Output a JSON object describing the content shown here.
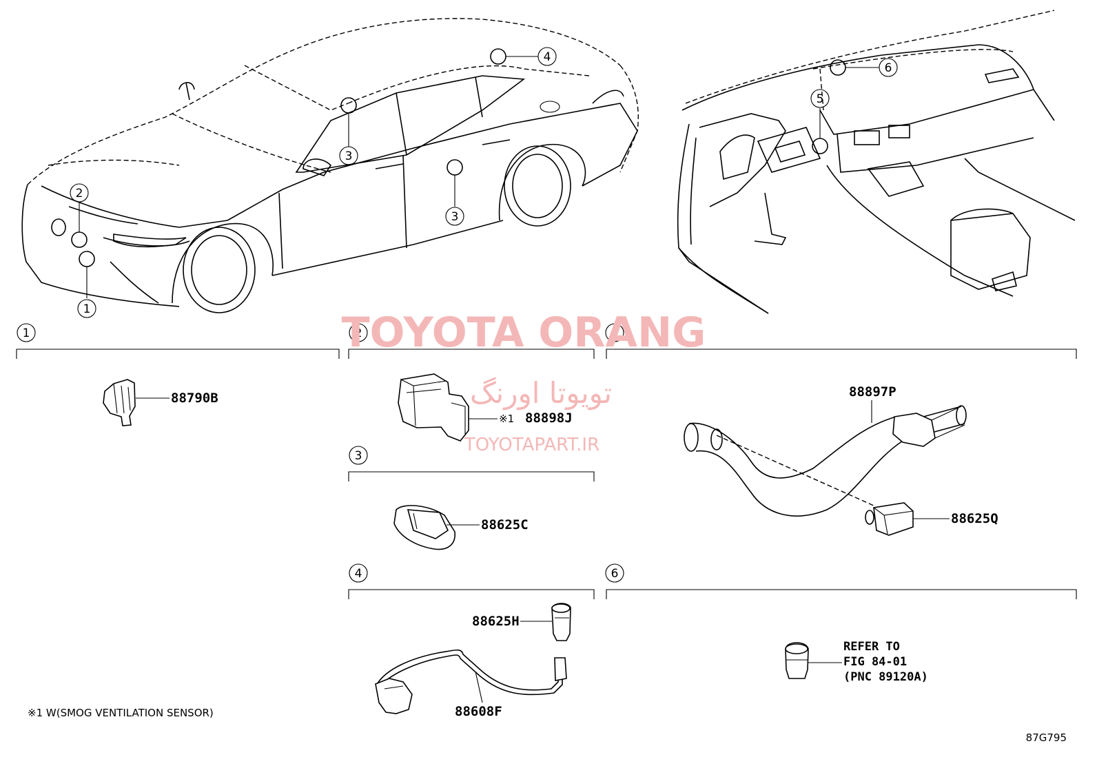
{
  "diagram_id": "87G795",
  "watermark": {
    "brand": "TOYOTA ORANG",
    "brand_fa": "تویوتا اورنگ",
    "url": "TOYOTAPART.IR"
  },
  "callouts": {
    "c1": "1",
    "c2": "2",
    "c3a": "3",
    "c3b": "3",
    "c4": "4",
    "c5": "5",
    "c6": "6"
  },
  "sections": [
    {
      "number": "1"
    },
    {
      "number": "2"
    },
    {
      "number": "3"
    },
    {
      "number": "4"
    },
    {
      "number": "5"
    },
    {
      "number": "6"
    }
  ],
  "parts": {
    "p88790B": "88790B",
    "p88898J": "88898J",
    "p88898J_mark": "※1",
    "p88625C": "88625C",
    "p88625H": "88625H",
    "p88608F": "88608F",
    "p88897P": "88897P",
    "p88625Q": "88625Q"
  },
  "refer": {
    "line1": "REFER TO",
    "line2": "FIG 84-01",
    "line3": "(PNC 89120A)"
  },
  "footnote": "※1 W(SMOG VENTILATION SENSOR)"
}
